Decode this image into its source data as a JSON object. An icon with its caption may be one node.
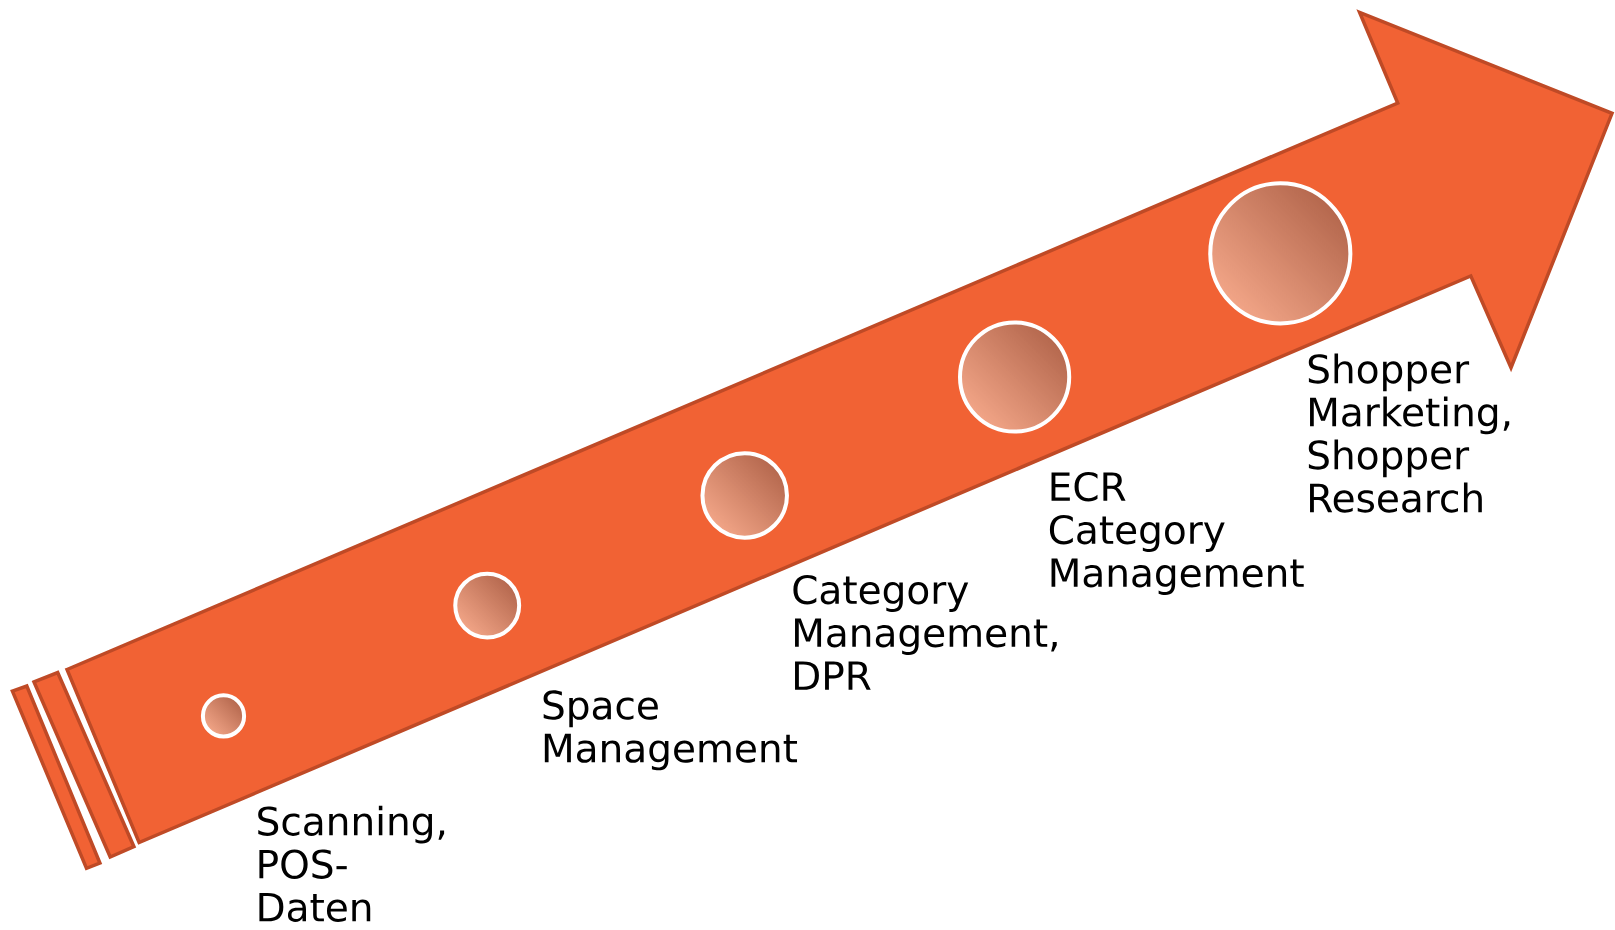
{
  "diagram": {
    "nodes": [
      {
        "text": [],
        "shape": "circle",
        "beside": [
          "Scanning, POS-Daten"
        ]
      },
      {
        "text": [],
        "shape": "circle",
        "beside": [
          "Space Management"
        ]
      },
      {
        "text": [],
        "shape": "circle",
        "beside": [
          "Category Management, DPR"
        ]
      },
      {
        "text": [],
        "shape": "circle",
        "beside": [
          "ECR Category Management"
        ]
      },
      {
        "text": [],
        "shape": "circle",
        "beside": [
          "Shopper Marketing, Shopper Research"
        ]
      }
    ]
  }
}
